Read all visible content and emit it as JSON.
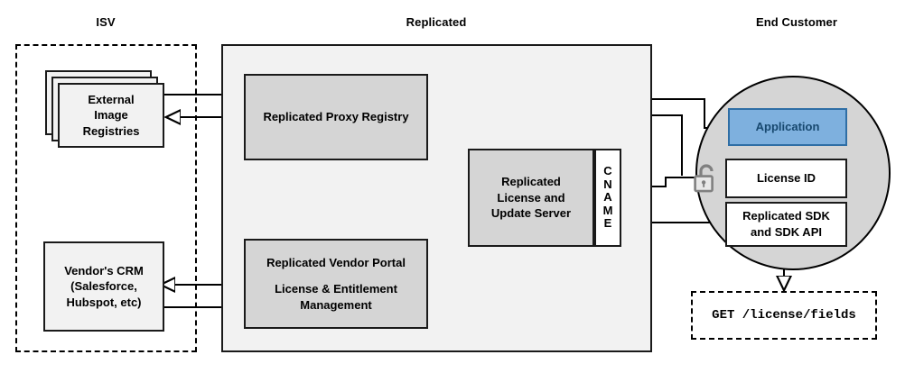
{
  "diagram": {
    "title_labels": [
      {
        "id": "isv",
        "text": "ISV"
      },
      {
        "id": "replicated",
        "text": "Replicated"
      },
      {
        "id": "end_customer",
        "text": "End Customer"
      }
    ],
    "colors": {
      "region_fill": "#f2f2f2",
      "node_fill_grey": "#d5d5d5",
      "node_fill_light": "#f2f2f2",
      "node_fill_white": "#ffffff",
      "application_fill": "#7eb0de",
      "application_border": "#2f6ea5",
      "application_text": "#17486f",
      "circle_fill": "#d5d5d5",
      "stroke": "#1a1a1a"
    },
    "isv": {
      "label": "ISV",
      "nodes": {
        "external_image_registries": {
          "lines": [
            "External",
            "Image",
            "Registries"
          ],
          "stacked": true,
          "stack_count": 3
        },
        "vendor_crm": {
          "lines": [
            "Vendor's CRM",
            "(Salesforce,",
            "Hubspot, etc)"
          ]
        }
      }
    },
    "replicated": {
      "label": "Replicated",
      "nodes": {
        "proxy_registry": {
          "lines": [
            "Replicated Proxy Registry"
          ]
        },
        "license_update_server": {
          "lines": [
            "Replicated",
            "License and",
            "Update Server"
          ]
        },
        "cname": {
          "letters": [
            "C",
            "N",
            "A",
            "M",
            "E"
          ],
          "text": "CNAME"
        },
        "vendor_portal": {
          "lines": [
            "Replicated Vendor Portal",
            "",
            "License & Entitlement",
            "Management"
          ]
        }
      }
    },
    "end_customer": {
      "label": "End Customer",
      "nodes": {
        "application": {
          "lines": [
            "Application"
          ]
        },
        "license_id": {
          "lines": [
            "License ID"
          ]
        },
        "replicated_sdk": {
          "lines": [
            "Replicated SDK",
            "and SDK API"
          ]
        }
      },
      "icons": {
        "padlock": "unlocked-padlock-icon"
      },
      "callout": {
        "text": "GET /license/fields"
      }
    }
  }
}
